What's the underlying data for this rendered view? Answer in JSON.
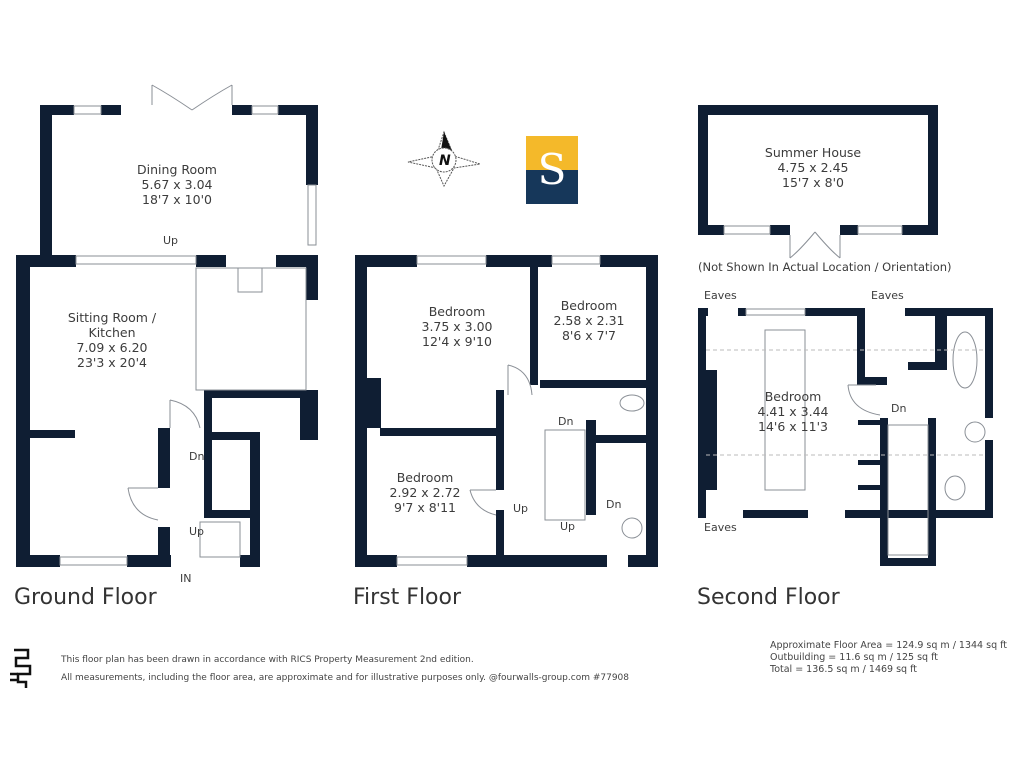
{
  "colors": {
    "wall": "#0f1e33",
    "accent_yellow": "#f4b92a",
    "accent_navy": "#16375a"
  },
  "brand": {
    "letter": "S"
  },
  "compass": {
    "label": "N"
  },
  "ground_floor": {
    "title": "Ground Floor",
    "rooms": [
      {
        "name": "Dining Room",
        "metric": "5.67 x 3.04",
        "imperial": "18'7 x 10'0"
      },
      {
        "name": "Sitting Room /",
        "name2": "Kitchen",
        "metric": "7.09 x 6.20",
        "imperial": "23'3 x 20'4"
      }
    ],
    "labels": {
      "up_dining": "Up",
      "dn": "Dn",
      "up_hall": "Up",
      "entrance": "IN"
    }
  },
  "first_floor": {
    "title": "First Floor",
    "rooms": [
      {
        "name": "Bedroom",
        "metric": "3.75 x 3.00",
        "imperial": "12'4 x 9'10"
      },
      {
        "name": "Bedroom",
        "metric": "2.58 x 2.31",
        "imperial": "8'6 x 7'7"
      },
      {
        "name": "Bedroom",
        "metric": "2.92 x 2.72",
        "imperial": "9'7 x 8'11"
      }
    ],
    "labels": {
      "dn1": "Dn",
      "up1": "Up",
      "up2": "Up",
      "dn2": "Dn"
    }
  },
  "summer_house": {
    "name": "Summer House",
    "metric": "4.75 x 2.45",
    "imperial": "15'7 x 8'0",
    "note": "(Not Shown In Actual Location / Orientation)"
  },
  "second_floor": {
    "title": "Second Floor",
    "rooms": [
      {
        "name": "Bedroom",
        "metric": "4.41 x 3.44",
        "imperial": "14'6 x 11'3"
      }
    ],
    "labels": {
      "eaves_tl": "Eaves",
      "eaves_tr": "Eaves",
      "eaves_bl": "Eaves",
      "dn": "Dn"
    }
  },
  "footer": {
    "line1": "This floor plan has been drawn in accordance with RICS Property Measurement 2nd edition.",
    "line2": "All measurements, including the floor area, are approximate and for illustrative purposes only. @fourwalls-group.com #77908"
  },
  "areas": {
    "approx": "Approximate Floor Area = 124.9 sq m / 1344 sq ft",
    "outbuilding": "Outbuilding = 11.6 sq m / 125 sq ft",
    "total": "Total = 136.5 sq m / 1469 sq ft"
  }
}
